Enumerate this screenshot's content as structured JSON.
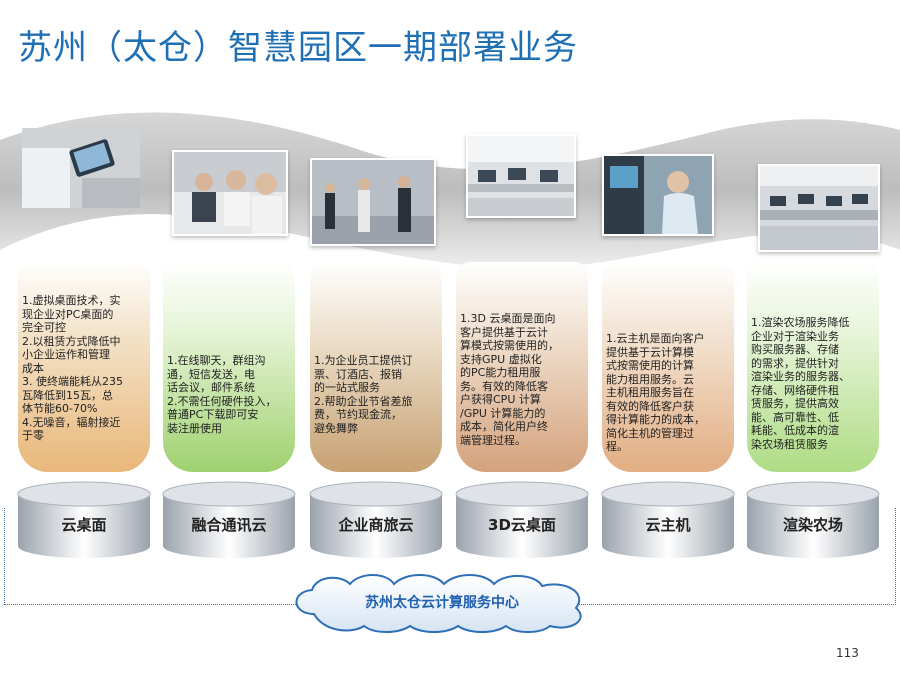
{
  "title": "苏州（太仓）智慧园区一期部署业务",
  "columns": [
    {
      "name": "云桌面",
      "text": "1.虚拟桌面技术，实\n   现企业对PC桌面的\n   完全可控\n2.以租赁方式降低中\n   小企业运作和管理\n   成本\n3. 使终端能耗从235\n   瓦降低到15瓦，总\n   体节能60-70%\n4.无噪音，辐射接近\n   于零",
      "color": "#e9b77a"
    },
    {
      "name": "融合通讯云",
      "text": "1.在线聊天，群组沟\n   通，短信发送，电\n   话会议，邮件系统\n2.不需任何硬件投入，\n   普通PC下载即可安\n   装注册使用",
      "color": "#9fd16f"
    },
    {
      "name": "企业商旅云",
      "text": "1.为企业员工提供订\n   票、订酒店、报销\n   的一站式服务\n2.帮助企业节省差旅\n   费，节约现金流，\n   避免舞弊",
      "color": "#c7a172"
    },
    {
      "name": "3D云桌面",
      "text": "1.3D 云桌面是面向\n   客户提供基于云计\n   算模式按需使用的，\n   支持GPU 虚拟化\n   的PC能力租用服\n   务。有效的降低客\n   户获得CPU 计算\n   /GPU 计算能力的\n   成本，简化用户终\n   端管理过程。",
      "color": "#d5a27c"
    },
    {
      "name": "云主机",
      "text": "1.云主机是面向客户\n   提供基于云计算模\n   式按需使用的计算\n   能力租用服务。云\n   主机租用服务旨在\n   有效的降低客户获\n   得计算能力的成本，\n   简化主机的管理过\n   程。",
      "color": "#e2ad82"
    },
    {
      "name": "渲染农场",
      "text": "1.渲染农场服务降低\n   企业对于渲染业务\n   购买服务器、存储\n   的需求，提供针对\n   渲染业务的服务器、\n   存储、网络硬件租\n   赁服务，提供高效\n   能、高可靠性、低\n   耗能、低成本的渲\n   染农场租赁服务",
      "color": "#aedc84"
    }
  ],
  "center": "苏州太仓云计算服务中心",
  "page_number": "113"
}
